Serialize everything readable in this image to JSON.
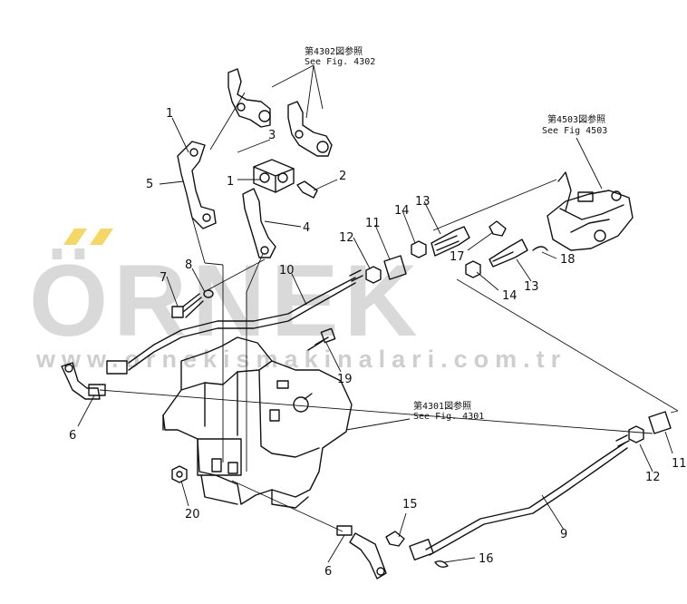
{
  "watermark": {
    "brand": "ÖRNEK",
    "url": "www.ornekismakinalari.com.tr"
  },
  "refs": {
    "fig4302": {
      "jp": "第4302図参照",
      "en": "See Fig. 4302"
    },
    "fig4503": {
      "jp": "第4503図参照",
      "en": "See Fig 4503"
    },
    "fig4301": {
      "jp": "第4301図参照",
      "en": "See Fig. 4301"
    }
  },
  "callouts": [
    "1",
    "3",
    "1",
    "2",
    "5",
    "4",
    "7",
    "8",
    "10",
    "12",
    "11",
    "14",
    "13",
    "17",
    "18",
    "14",
    "13",
    "19",
    "6",
    "20",
    "6",
    "15",
    "16",
    "9",
    "12",
    "11"
  ],
  "colors": {
    "line": "#111111",
    "background": "#ffffff",
    "watermark_text": "#cfcfcf",
    "watermark_accent": "#f2d049"
  }
}
